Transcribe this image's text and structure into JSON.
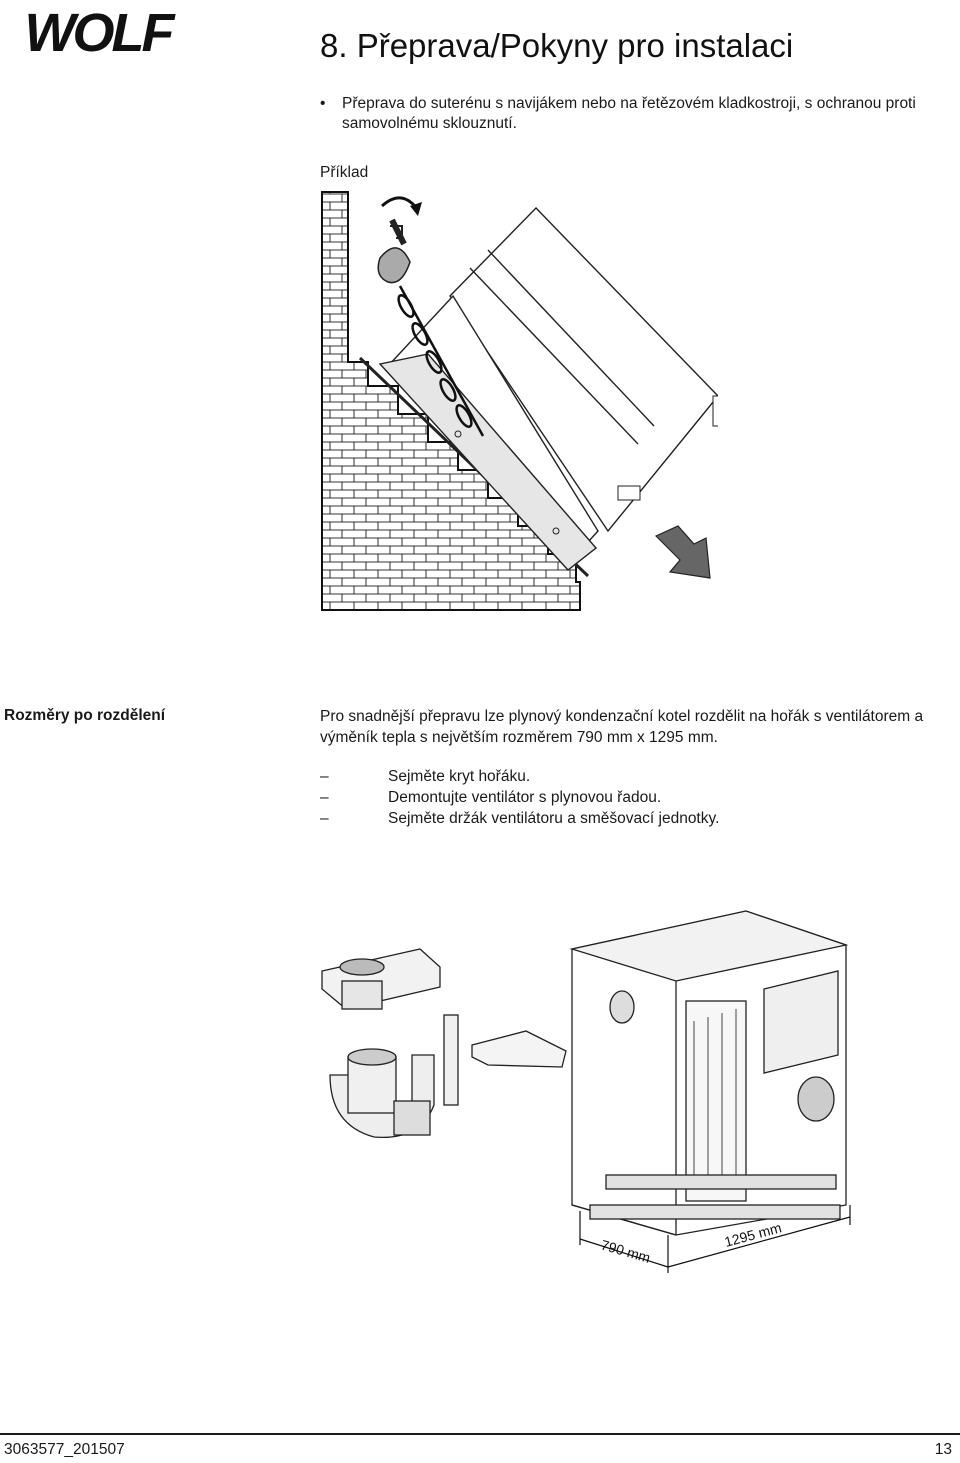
{
  "brand": {
    "logo_text": "WOLF"
  },
  "header": {
    "title": "8.   Přeprava/Pokyny pro instalaci"
  },
  "transport": {
    "bullet_symbol": "•",
    "bullet_text": "Přeprava do suterénu s navijákem nebo na řetězovém kladkostroji, s ochranou proti samovolnému sklouznutí.",
    "example_label": "Příklad"
  },
  "dimensions": {
    "heading": "Rozměry po rozdělení",
    "paragraph": "Pro snadnější přepravu lze plynový kondenzační kotel rozdělit na hořák s ventilátorem a výměník tepla s největším rozměrem 790 mm x 1295 mm.",
    "steps": [
      {
        "dash": "–",
        "text": "Sejměte kryt hořáku."
      },
      {
        "dash": "–",
        "text": "Demontujte ventilátor s plynovou řadou."
      },
      {
        "dash": "–",
        "text": "Sejměte držák ventilátoru a směšovací jednotky."
      }
    ],
    "figure_labels": {
      "width": "790 mm",
      "length": "1295 mm"
    }
  },
  "footer": {
    "doc_number": "3063577_201507",
    "page_number": "13"
  }
}
